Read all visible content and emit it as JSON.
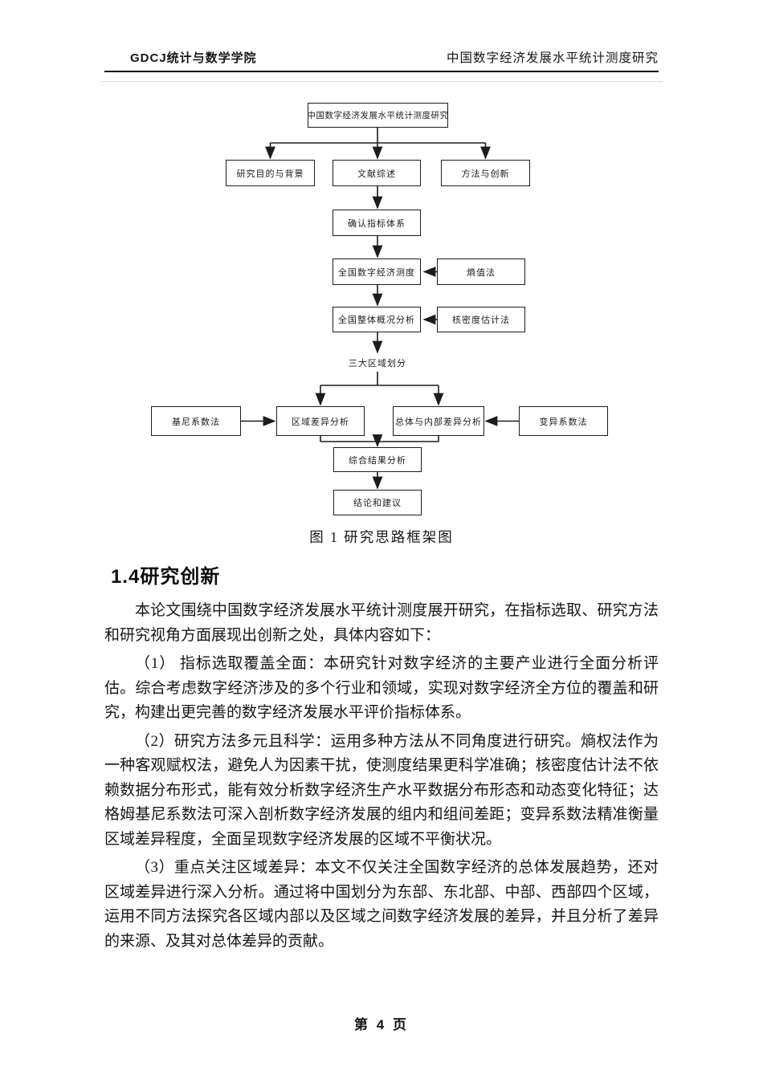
{
  "header": {
    "left": "GDCJ统计与数学学院",
    "right": "中国数字经济发展水平统计测度研究"
  },
  "flowchart": {
    "nodes": [
      {
        "id": "root",
        "label": "中国数字经济发展水平统计测度研究"
      },
      {
        "id": "purpose",
        "label": "研究目的与背景"
      },
      {
        "id": "literature",
        "label": "文献综述"
      },
      {
        "id": "innovation",
        "label": "方法与创新"
      },
      {
        "id": "indicator",
        "label": "确认指标体系"
      },
      {
        "id": "measure",
        "label": "全国数字经济测度"
      },
      {
        "id": "entropy",
        "label": "熵值法"
      },
      {
        "id": "overall",
        "label": "全国整体概况分析"
      },
      {
        "id": "kernel",
        "label": "核密度估计法"
      },
      {
        "id": "regions",
        "label": "三大区域划分"
      },
      {
        "id": "gini",
        "label": "基尼系数法"
      },
      {
        "id": "regional",
        "label": "区域差异分析"
      },
      {
        "id": "total",
        "label": "总体与内部差异分析"
      },
      {
        "id": "cv",
        "label": "变异系数法"
      },
      {
        "id": "result",
        "label": "综合结果分析"
      },
      {
        "id": "conclusion",
        "label": "结论和建议"
      }
    ]
  },
  "figure_caption": "图 1 研究思路框架图",
  "section_heading": "1.4研究创新",
  "paragraphs": [
    "本论文围绕中国数字经济发展水平统计测度展开研究，在指标选取、研究方法和研究视角方面展现出创新之处，具体内容如下：",
    "（1） 指标选取覆盖全面：本研究针对数字经济的主要产业进行全面分析评估。综合考虑数字经济涉及的多个行业和领域，实现对数字经济全方位的覆盖和研究，构建出更完善的数字经济发展水平评价指标体系。",
    "（2）研究方法多元且科学：运用多种方法从不同角度进行研究。熵权法作为一种客观赋权法，避免人为因素干扰，使测度结果更科学准确；核密度估计法不依赖数据分布形式，能有效分析数字经济生产水平数据分布形态和动态变化特征；达格姆基尼系数法可深入剖析数字经济发展的组内和组间差距；变异系数法精准衡量区域差异程度，全面呈现数字经济发展的区域不平衡状况。",
    "（3）重点关注区域差异：本文不仅关注全国数字经济的总体发展趋势，还对区域差异进行深入分析。通过将中国划分为东部、东北部、中部、西部四个区域，运用不同方法探究各区域内部以及区域之间数字经济发展的差异，并且分析了差异的来源、及其对总体差异的贡献。"
  ],
  "footer": {
    "page_label": "第 4 页"
  },
  "colors": {
    "ink": "#161616",
    "line": "#1c1c1c",
    "background": "#ffffff"
  }
}
